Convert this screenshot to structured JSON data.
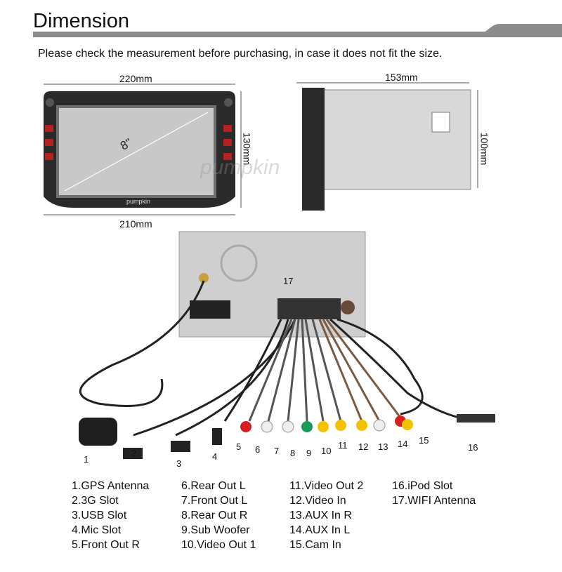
{
  "header": {
    "title": "Dimension",
    "subtitle": "Please check the measurement before purchasing, in case it does not fit the size."
  },
  "front_view": {
    "width_top": "220mm",
    "width_bottom": "210mm",
    "height": "130mm",
    "screen_size": "8\"",
    "brand": "pumpkin"
  },
  "side_view": {
    "depth": "153mm",
    "height": "100mm"
  },
  "watermark": "pumpkin",
  "callouts": [
    "1",
    "2",
    "3",
    "4",
    "5",
    "6",
    "7",
    "8",
    "9",
    "10",
    "11",
    "12",
    "13",
    "14",
    "15",
    "16",
    "17"
  ],
  "legend": [
    [
      "1.GPS Antenna",
      "2.3G Slot",
      "3.USB Slot",
      "4.Mic Slot",
      "5.Front Out R"
    ],
    [
      "6.Rear Out L",
      "7.Front Out L",
      "8.Rear Out R",
      "9.Sub Woofer",
      "10.Video Out 1"
    ],
    [
      "11.Video Out 2",
      "12.Video In",
      "13.AUX In R",
      "14.AUX In L",
      "15.Cam In"
    ],
    [
      "16.iPod Slot",
      "17.WIFI Antenna"
    ]
  ],
  "colors": {
    "header_bar": "#8c8c8c",
    "rca_red": "#d42020",
    "rca_white": "#eeeeee",
    "rca_yellow": "#f2c200",
    "rca_green": "#1a9a55"
  }
}
